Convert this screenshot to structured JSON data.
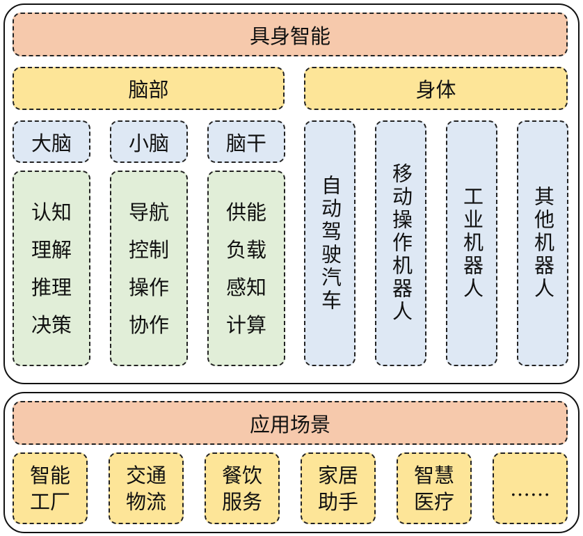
{
  "title": "具身智能",
  "brain": {
    "label": "脑部",
    "parts": [
      {
        "name": "大脑",
        "functions": [
          "认知",
          "理解",
          "推理",
          "决策"
        ]
      },
      {
        "name": "小脑",
        "functions": [
          "导航",
          "控制",
          "操作",
          "协作"
        ]
      },
      {
        "name": "脑干",
        "functions": [
          "供能",
          "负载",
          "感知",
          "计算"
        ]
      }
    ]
  },
  "body": {
    "label": "身体",
    "items": [
      "自动驾驶汽车",
      "移动操作机器人",
      "工业机器人",
      "其他机器人"
    ]
  },
  "scenarios": {
    "label": "应用场景",
    "items": [
      [
        "智能",
        "工厂"
      ],
      [
        "交通",
        "物流"
      ],
      [
        "餐饮",
        "服务"
      ],
      [
        "家居",
        "助手"
      ],
      [
        "智慧",
        "医疗"
      ],
      [
        "……"
      ]
    ]
  }
}
